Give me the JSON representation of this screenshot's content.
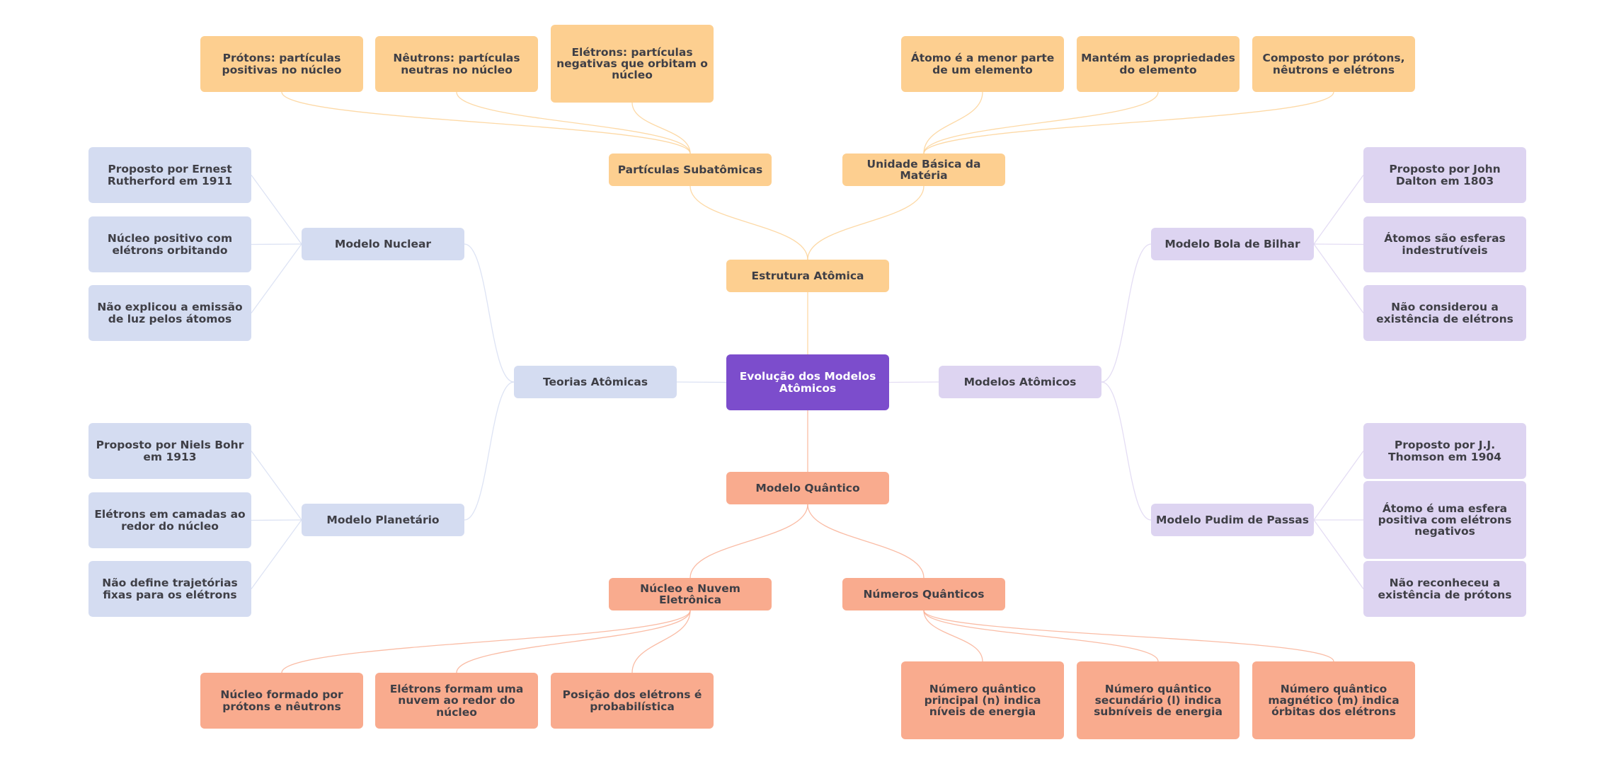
{
  "root": "Evolução dos Modelos Atômicos",
  "estrutura": {
    "label": "Estrutura Atômica",
    "particulas": {
      "label": "Partículas Subatômicas",
      "items": [
        "Prótons: partículas positivas no núcleo",
        "Nêutrons: partículas neutras no núcleo",
        "Elétrons: partículas negativas que orbitam o núcleo"
      ]
    },
    "unidade": {
      "label": "Unidade Básica da Matéria",
      "items": [
        "Átomo é a menor parte de um elemento",
        "Mantém as propriedades do elemento",
        "Composto por prótons, nêutrons e elétrons"
      ]
    }
  },
  "teorias": {
    "label": "Teorias Atômicas",
    "nuclear": {
      "label": "Modelo Nuclear",
      "items": [
        "Proposto por Ernest Rutherford em 1911",
        "Núcleo positivo com elétrons orbitando",
        "Não explicou a emissão de luz pelos átomos"
      ]
    },
    "planetario": {
      "label": "Modelo Planetário",
      "items": [
        "Proposto por Niels Bohr em 1913",
        "Elétrons em camadas ao redor do núcleo",
        "Não define trajetórias fixas para os elétrons"
      ]
    }
  },
  "modelos": {
    "label": "Modelos Atômicos",
    "bilhar": {
      "label": "Modelo Bola de Bilhar",
      "items": [
        "Proposto por John Dalton em 1803",
        "Átomos são esferas indestrutíveis",
        "Não considerou a existência de elétrons"
      ]
    },
    "pudim": {
      "label": "Modelo Pudim de Passas",
      "items": [
        "Proposto por J.J. Thomson em 1904",
        "Átomo é uma esfera positiva com elétrons negativos",
        "Não reconheceu a existência de prótons"
      ]
    }
  },
  "quantico": {
    "label": "Modelo Quântico",
    "nucleo": {
      "label": "Núcleo e Nuvem Eletrônica",
      "items": [
        "Núcleo formado por prótons e nêutrons",
        "Elétrons formam uma nuvem ao redor do núcleo",
        "Posição dos elétrons é probabilística"
      ]
    },
    "numeros": {
      "label": "Números Quânticos",
      "items": [
        "Número quântico principal (n) indica níveis de energia",
        "Número quântico secundário (l) indica subníveis de energia",
        "Número quântico magnético (m) indica órbitas dos elétrons"
      ]
    }
  },
  "colors": {
    "root": "#7c4dcc",
    "yellow": "#fdcf90",
    "blue": "#d4dcf1",
    "purple": "#ddd4f1",
    "salmon": "#f9ab8e"
  }
}
